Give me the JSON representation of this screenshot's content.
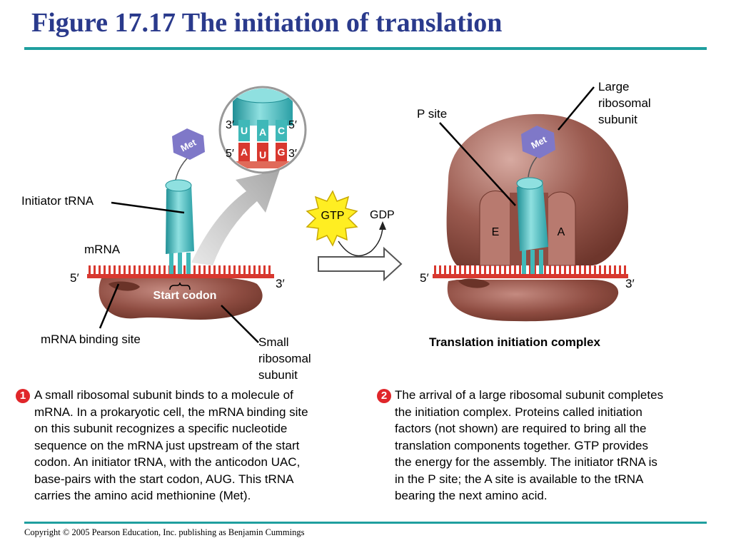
{
  "title": "Figure 17.17 The initiation of translation",
  "labels": {
    "initiator_trna": "Initiator tRNA",
    "mrna": "mRNA",
    "five_prime": "5′",
    "three_prime": "3′",
    "start_codon": "Start codon",
    "mrna_binding_site": "mRNA binding site",
    "small_subunit": [
      "Small",
      "ribosomal",
      "subunit"
    ],
    "met": "Met",
    "gtp": "GTP",
    "gdp": "GDP",
    "p_site": "P site",
    "large_subunit": [
      "Large",
      "ribosomal",
      "subunit"
    ],
    "e_site": "E",
    "a_site": "A",
    "complex_caption": "Translation initiation complex",
    "anticodon": [
      "U",
      "A",
      "C"
    ],
    "codon": [
      "A",
      "U",
      "G"
    ]
  },
  "steps": [
    {
      "number": "1",
      "lines": [
        "A small ribosomal subunit binds to a molecule of",
        "mRNA. In a prokaryotic cell, the mRNA binding site",
        "on this subunit  recognizes a specific nucleotide",
        "sequence on the mRNA just upstream of the start",
        "codon. An initiator tRNA, with the anticodon UAC,",
        " base-pairs with the start codon, AUG. This tRNA",
        "carries the amino acid methionine (Met)."
      ]
    },
    {
      "number": "2",
      "lines": [
        "The arrival of a large ribosomal subunit completes",
        "the initiation complex. Proteins called initiation",
        "factors (not shown) are required to bring all the",
        "translation components together. GTP provides",
        "the energy for the assembly. The initiator tRNA is",
        "in the P site; the A site is available to the tRNA",
        "bearing the next amino acid."
      ]
    }
  ],
  "copyright": "Copyright © 2005 Pearson Education, Inc. publishing as Benjamin Cummings",
  "colors": {
    "title": "#2a3a8c",
    "rule": "#1f9f9f",
    "ribosome": "#8f4d42",
    "trna": "#3fb8b8",
    "met": "#7f78c8",
    "mrna": "#d8382f",
    "badge": "#e0262a"
  }
}
